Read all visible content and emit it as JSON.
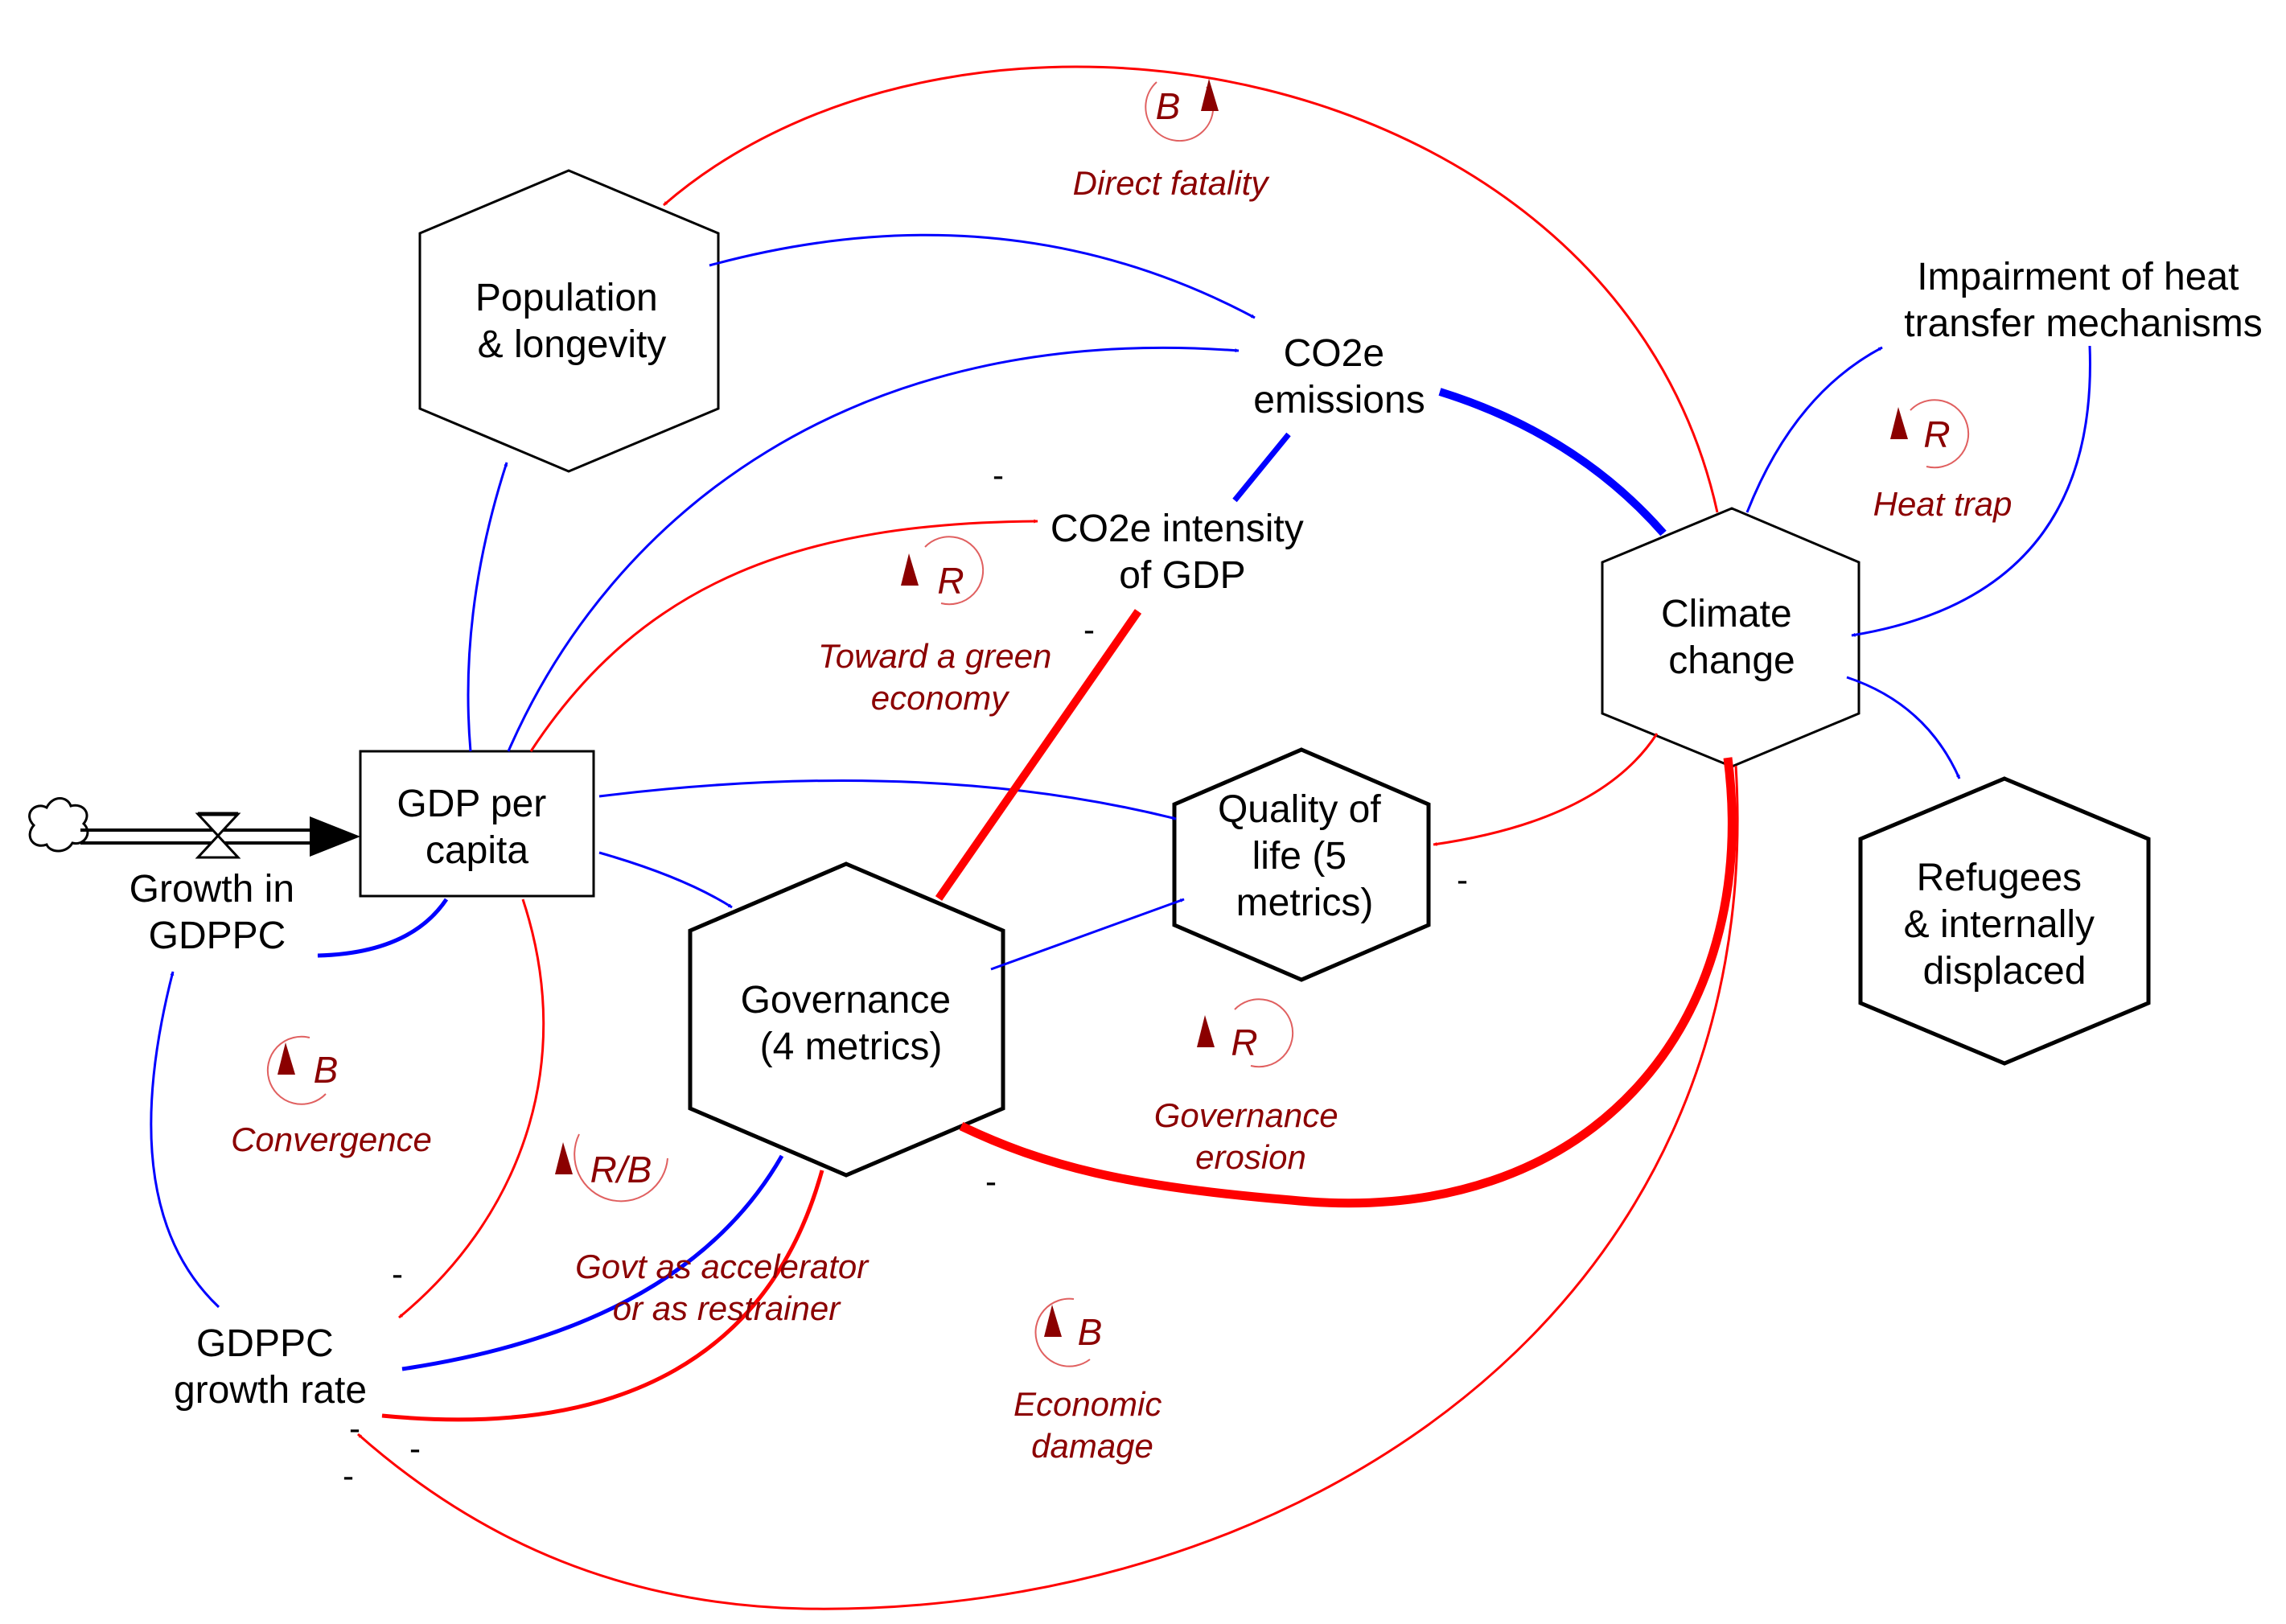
{
  "colors": {
    "positive": "#0000ff",
    "negative": "#ff0000",
    "loop": "#8b0000",
    "outline": "#000000"
  },
  "nodes": {
    "population": [
      "Population",
      "& longevity"
    ],
    "co2_emissions": [
      "CO2e",
      "emissions"
    ],
    "impairment": [
      "Impairment of heat",
      "transfer mechanisms"
    ],
    "co2_intensity": [
      "CO2e intensity",
      "of GDP"
    ],
    "climate": [
      "Climate",
      "change"
    ],
    "gdp": [
      "GDP per",
      "capita"
    ],
    "quality": [
      "Quality of",
      "life (5",
      "metrics)"
    ],
    "refugees": [
      "Refugees",
      "& internally",
      "displaced"
    ],
    "growth_in": [
      "Growth in",
      "GDPPC"
    ],
    "governance": [
      "Governance",
      "(4 metrics)"
    ],
    "growth_rate": [
      "GDPPC",
      "growth rate"
    ]
  },
  "loops": {
    "direct_fatality": {
      "symbol": "B",
      "label": [
        "Direct fatality"
      ]
    },
    "heat_trap": {
      "symbol": "R",
      "label": [
        "Heat trap"
      ]
    },
    "green": {
      "symbol": "R",
      "label": [
        "Toward a green",
        "economy"
      ]
    },
    "convergence": {
      "symbol": "B",
      "label": [
        "Convergence"
      ]
    },
    "govt": {
      "symbol": "R/B",
      "label": [
        "Govt as accelerator",
        "or as restrainer"
      ]
    },
    "erosion": {
      "symbol": "R",
      "label": [
        "Governance",
        "erosion"
      ]
    },
    "damage": {
      "symbol": "B",
      "label": [
        "Economic",
        "damage"
      ]
    }
  },
  "polarities": {
    "minus": "-"
  }
}
